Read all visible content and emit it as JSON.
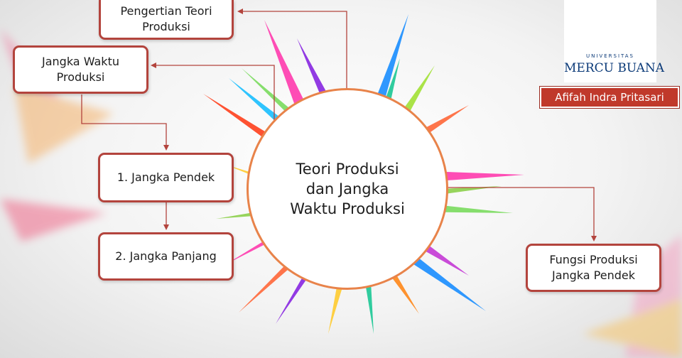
{
  "diagram": {
    "center": "Teori Produksi\ndan Jangka\nWaktu Produksi",
    "nodes": {
      "pengertian": "Pengertian Teori\nProduksi",
      "jangka_waktu": "Jangka Waktu\nProduksi",
      "jangka_pendek": "1. Jangka Pendek",
      "jangka_panjang": "2. Jangka Panjang",
      "fungsi": "Fungsi Produksi\nJangka Pendek"
    }
  },
  "logo": {
    "universitas": "UNIVERSITAS",
    "name": "MERCU BUANA"
  },
  "author": "Afifah Indra Pritasari",
  "colors": {
    "box_border": "#b3443d",
    "connector": "#b3443d",
    "circle_border": "#e8834a",
    "author_badge": "#c0392b",
    "logo_blue": "#0b3a78"
  }
}
